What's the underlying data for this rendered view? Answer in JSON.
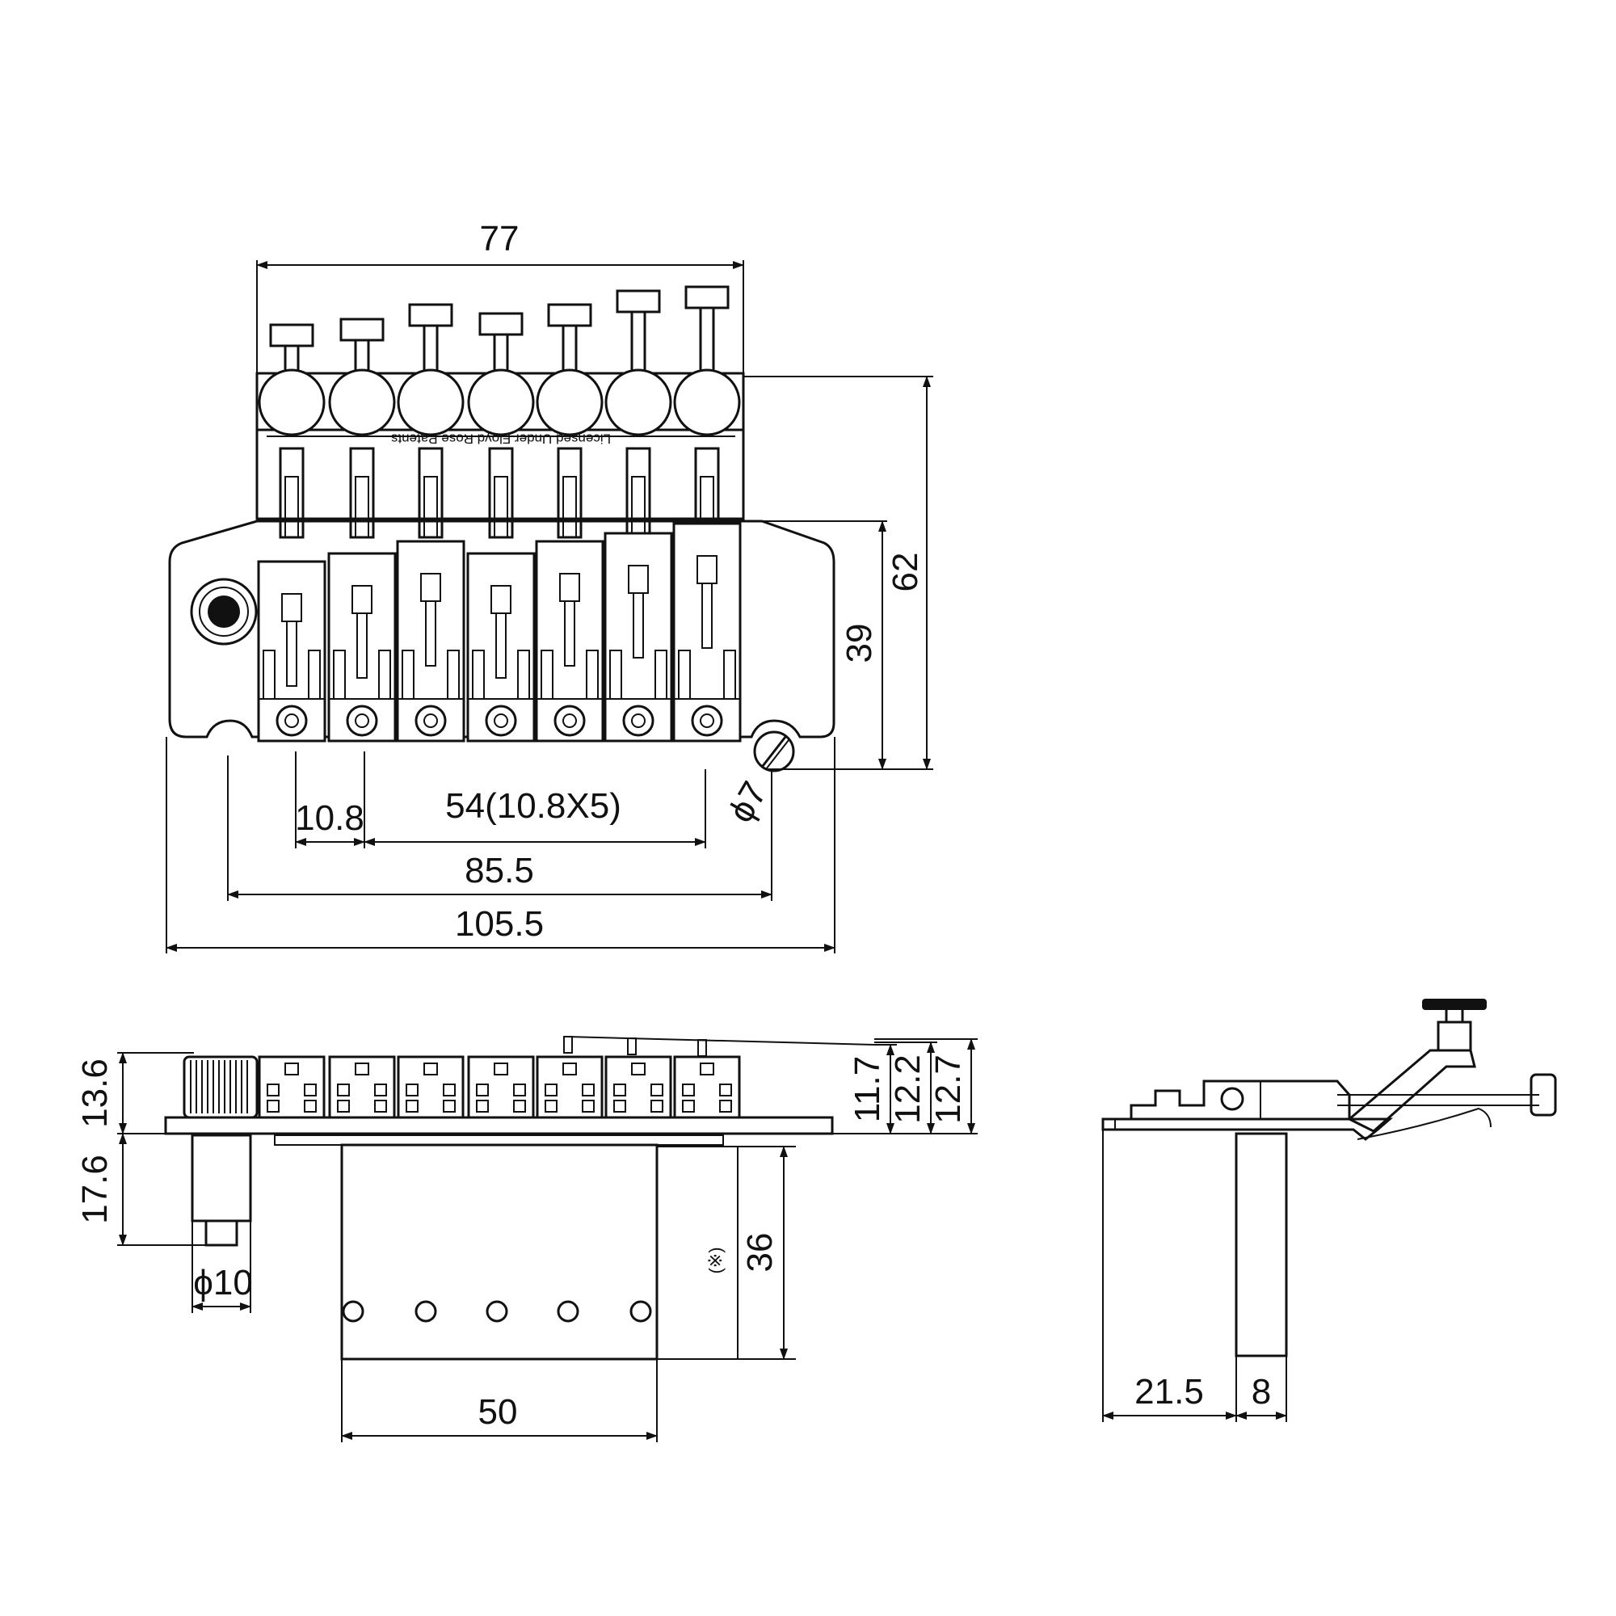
{
  "colors": {
    "ink": "#111111",
    "paper": "#ffffff"
  },
  "top_view": {
    "patent_text": "Licensed Under Floyd Rose Patents",
    "dims": {
      "top_width": "77",
      "overall_height": "62",
      "base_height": "39",
      "first_spacing": "10.8",
      "string_spacing": "54(10.8X5)",
      "stud_spacing": "85.5",
      "base_width": "105.5",
      "stud_hole": "ϕ7"
    }
  },
  "front_view": {
    "dims": {
      "upper_height": "13.6",
      "stud_depth": "17.6",
      "stud_diameter": "ϕ10",
      "h1": "11.7",
      "h2": "12.2",
      "h3": "12.7",
      "block_depth": "36",
      "note_mark": "(※)",
      "block_width": "50"
    }
  },
  "side_view": {
    "dims": {
      "offset": "21.5",
      "block_thickness": "8"
    }
  }
}
